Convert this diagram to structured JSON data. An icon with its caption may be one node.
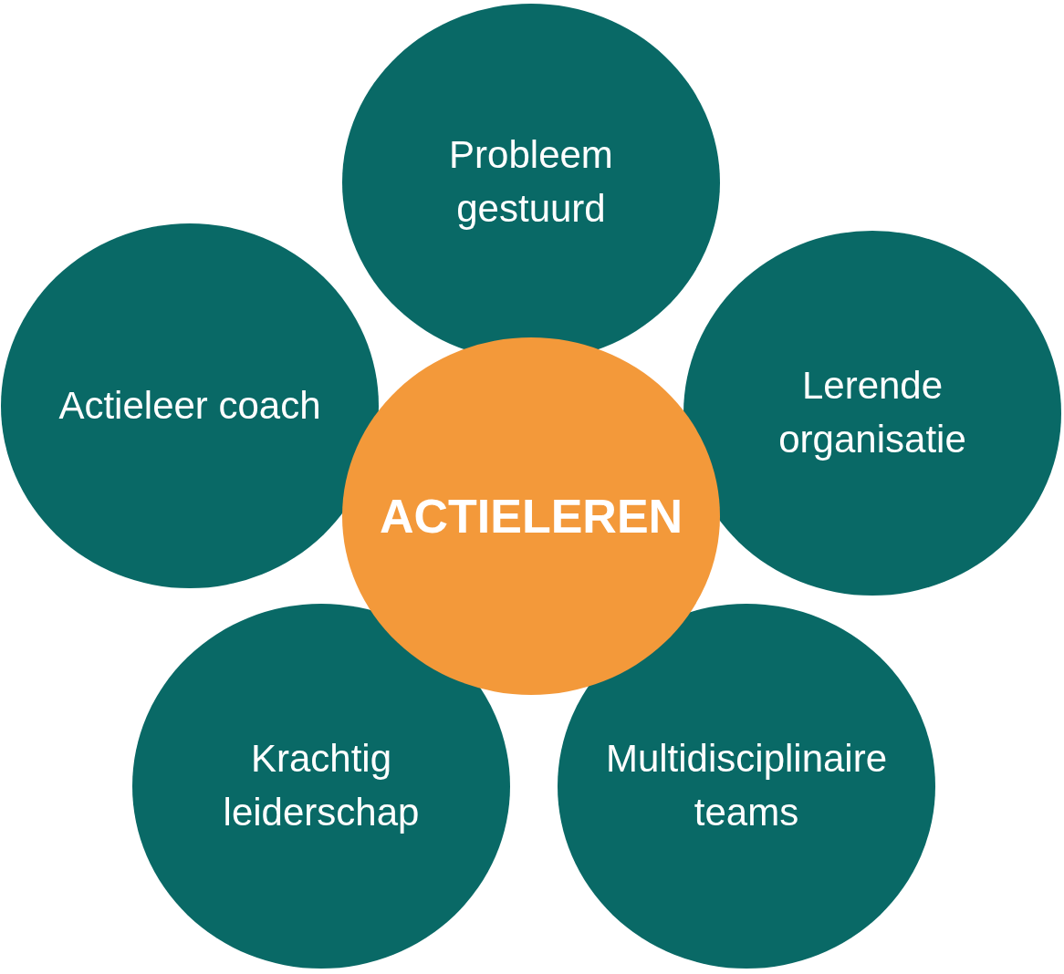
{
  "diagram": {
    "nodes": [
      {
        "text": [
          "Probleem gestuurd"
        ]
      },
      {
        "text": [
          "Actieleer coach"
        ]
      },
      {
        "text": [
          "Lerende organisatie"
        ]
      },
      {
        "text": [
          "ACTIELEREN"
        ]
      },
      {
        "text": [
          "Krachtig leiderschap"
        ]
      },
      {
        "text": [
          "Multidisciplinaire teams"
        ]
      }
    ]
  }
}
